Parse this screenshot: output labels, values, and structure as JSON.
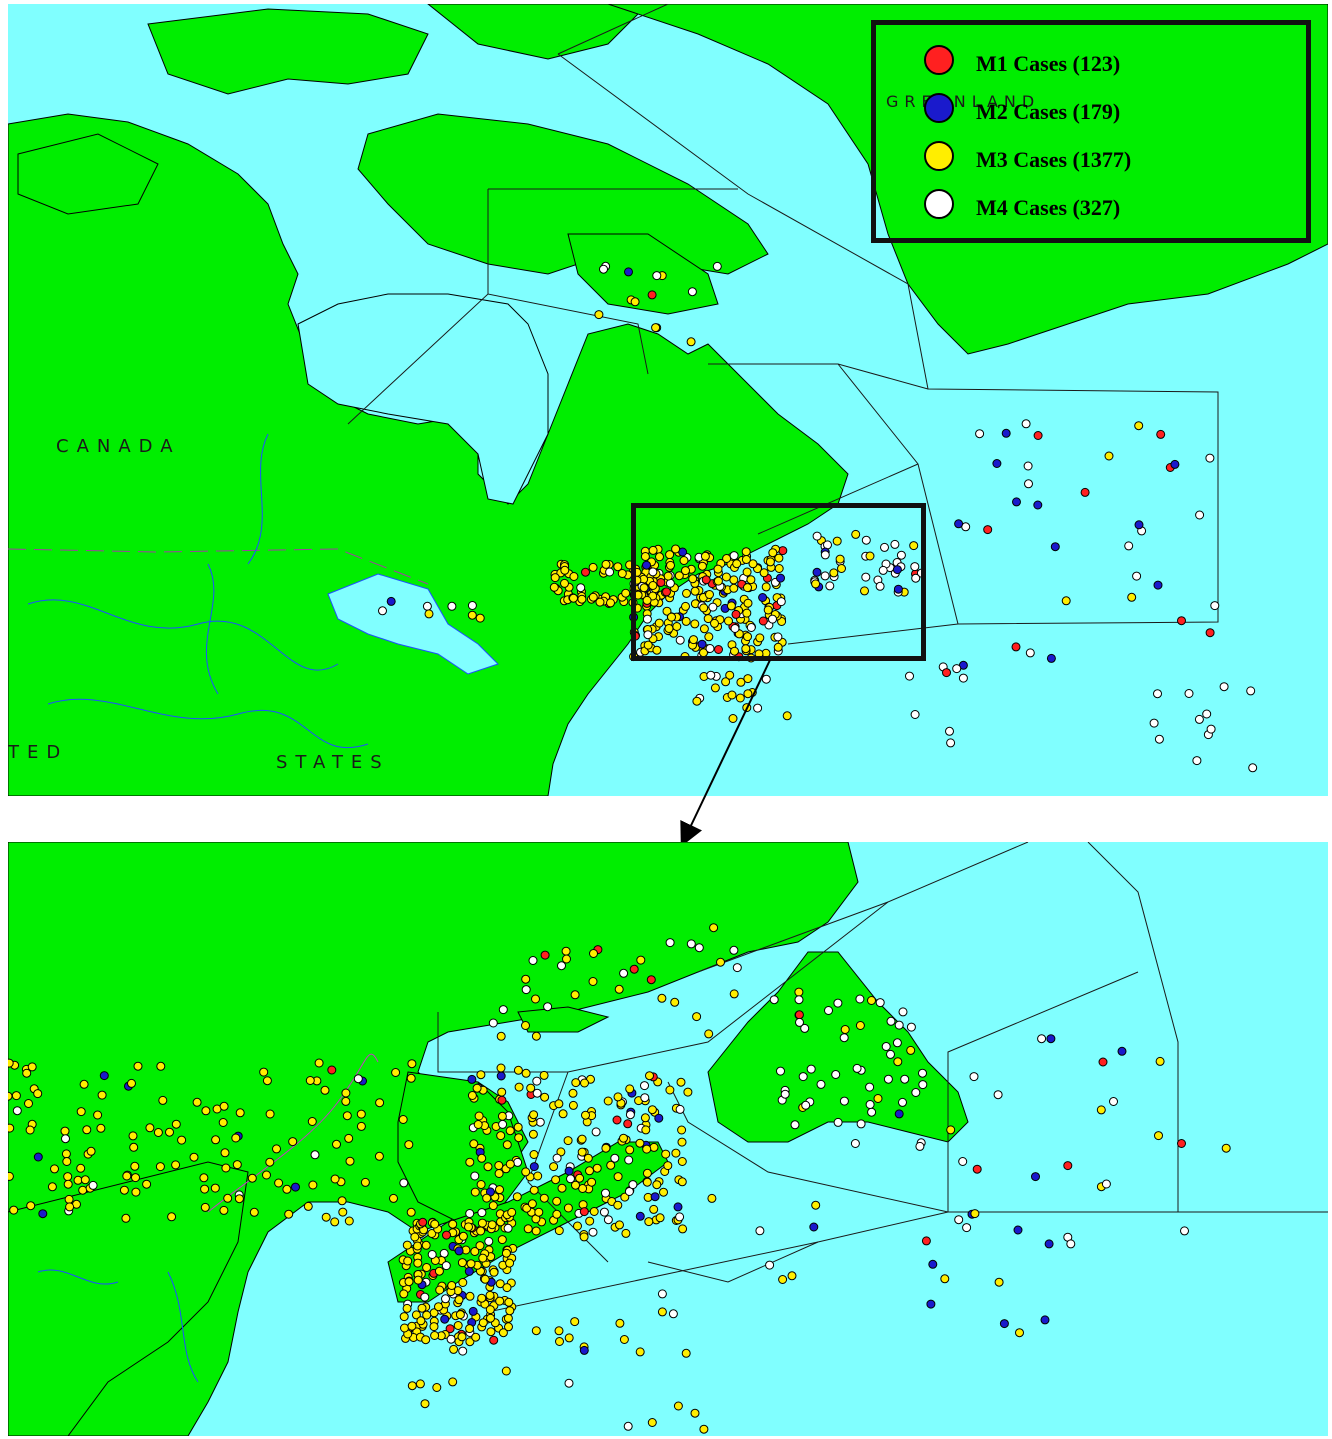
{
  "labels": {
    "canada": "CANADA",
    "greenland": "GREENLAND",
    "states": "STATES",
    "united_fragment": "TED"
  },
  "legend": {
    "items": [
      {
        "label": "M1 Cases (123)",
        "color": "#ff2020"
      },
      {
        "label": "M2 Cases (179)",
        "color": "#1a1acc"
      },
      {
        "label": "M3 Cases (1377)",
        "color": "#ffee00"
      },
      {
        "label": "M4 Cases (327)",
        "color": "#ffffff"
      }
    ]
  },
  "colors": {
    "water": "#80ffff",
    "land": "#00ee00",
    "boundary": "#1a1a1a",
    "river": "#1e50ff"
  }
}
